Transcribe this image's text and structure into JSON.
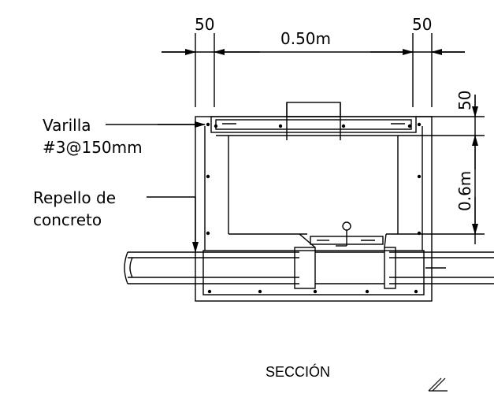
{
  "dimensions": {
    "left_wall": "50",
    "interior_width": "0.50m",
    "right_wall": "50",
    "top_slab": "50",
    "interior_height": "0.6m"
  },
  "labels": {
    "rebar_line1": "Varilla",
    "rebar_line2": "#3@150mm",
    "plaster_line1": "Repello de",
    "plaster_line2": "concreto"
  },
  "title": "SECCIÓN"
}
